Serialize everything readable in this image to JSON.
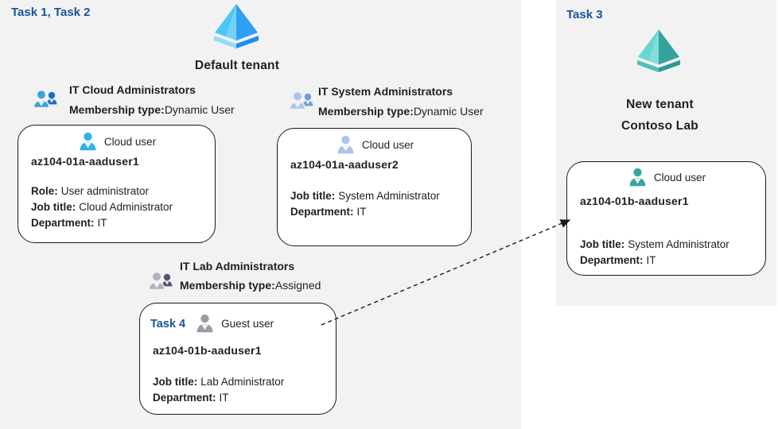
{
  "colors": {
    "panel_bg": "#f2f2f2",
    "card_border": "#1a1a1a",
    "task_blue": "#17549b",
    "text": "#1f1f1f",
    "arrow": "#1a1a1a",
    "aad_blue_left": "#4ec6f4",
    "aad_blue_right": "#2f9ff2",
    "aad_blue_band_left": "#90def9",
    "aad_blue_band_right": "#1e8feb",
    "aad_teal_left": "#68d6d0",
    "aad_teal_right": "#35a39c",
    "aad_teal_band_left": "#52c0ba",
    "aad_teal_band_right": "#2e9a93",
    "user_cyan": "#2fb3e9",
    "user_steel": "#a9c6e8",
    "user_gray": "#9b9ba8",
    "user_teal": "#37a7a1",
    "group1_front": "#3ba2e0",
    "group1_back": "#1470c8",
    "group2_front": "#a9c7ea",
    "group2_back": "#6f9cd6",
    "group3_front": "#b0b0bf",
    "group3_back": "#545473"
  },
  "left_panel": {
    "task_label": "Task 1, Task 2",
    "tenant_name": "Default tenant"
  },
  "right_panel": {
    "task_label": "Task 3",
    "tenant_name_line1": "New tenant",
    "tenant_name_line2": "Contoso Lab"
  },
  "groups": [
    {
      "name": "IT Cloud Administrators",
      "membership_label": "Membership type:",
      "membership_value": "Dynamic User"
    },
    {
      "name": "IT System Administrators",
      "membership_label": "Membership type:",
      "membership_value": "Dynamic User"
    },
    {
      "name": "IT Lab Administrators",
      "membership_label": "Membership type:",
      "membership_value": "Assigned"
    }
  ],
  "cards": [
    {
      "user_type": "Cloud user",
      "username": "az104-01a-aaduser1",
      "fields": [
        {
          "label": "Role:",
          "value": "User administrator"
        },
        {
          "label": "Job title:",
          "value": "Cloud Administrator"
        },
        {
          "label": "Department:",
          "value": "IT"
        }
      ]
    },
    {
      "user_type": "Cloud user",
      "username": "az104-01a-aaduser2",
      "fields": [
        {
          "label": "Job title:",
          "value": "System Administrator"
        },
        {
          "label": "Department:",
          "value": "IT"
        }
      ]
    },
    {
      "task_label": "Task 4",
      "user_type": "Guest user",
      "username": "az104-01b-aaduser1",
      "fields": [
        {
          "label": "Job title:",
          "value": "Lab Administrator"
        },
        {
          "label": "Department:",
          "value": "IT"
        }
      ]
    },
    {
      "user_type": "Cloud user",
      "username": "az104-01b-aaduser1",
      "fields": [
        {
          "label": "Job title:",
          "value": "System Administrator"
        },
        {
          "label": "Department:",
          "value": "IT"
        }
      ]
    }
  ]
}
